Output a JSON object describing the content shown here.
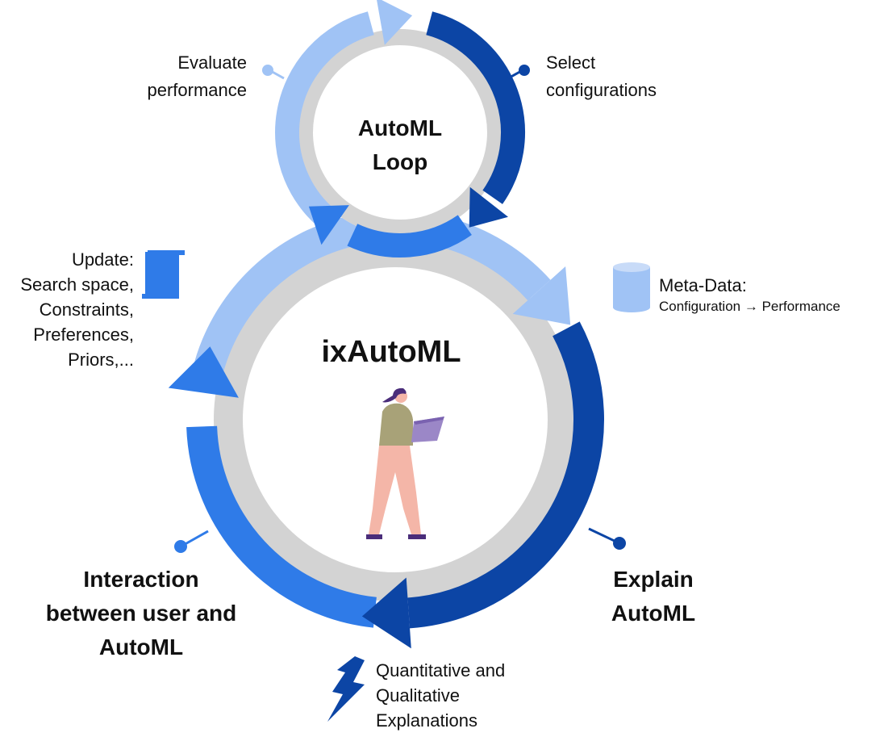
{
  "colors": {
    "light_blue": "#a0c3f5",
    "mid_blue": "#2f7be8",
    "dark_blue": "#0c45a5",
    "ring_gray": "#d3d3d3",
    "text": "#111111"
  },
  "top_loop": {
    "title_line1": "AutoML",
    "title_line2": "Loop",
    "left_label_line1": "Evaluate",
    "left_label_line2": "performance",
    "right_label_line1": "Select",
    "right_label_line2": "configurations"
  },
  "main_loop": {
    "title": "ixAutoML",
    "figure_icon": "person-with-laptop-icon"
  },
  "update": {
    "icon": "document-icon",
    "lines": [
      "Update:",
      "Search space,",
      "Constraints,",
      "Preferences,",
      "Priors,..."
    ]
  },
  "meta_data": {
    "icon": "database-icon",
    "title": "Meta-Data:",
    "subtitle": "Configuration → Performance"
  },
  "interaction": {
    "lines": [
      "Interaction",
      "between user and",
      "AutoML"
    ]
  },
  "explain": {
    "lines": [
      "Explain",
      "AutoML"
    ]
  },
  "explanations": {
    "icon": "lightning-icon",
    "lines": [
      "Quantitative and",
      "Qualitative",
      "Explanations"
    ]
  }
}
